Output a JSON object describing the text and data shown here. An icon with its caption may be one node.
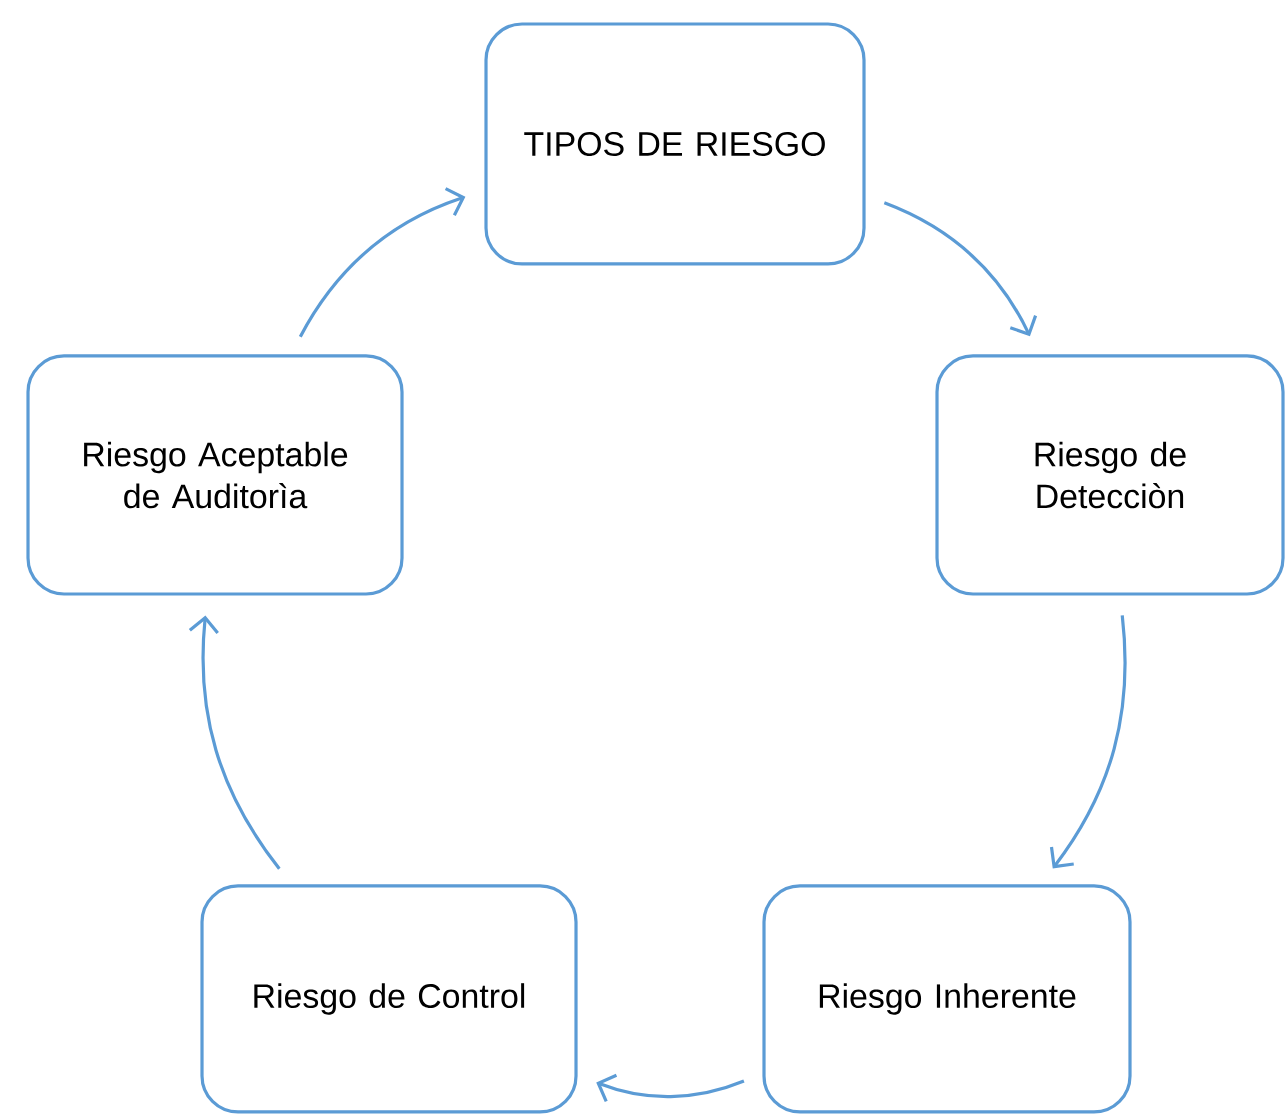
{
  "diagram": {
    "nodes": [
      {
        "text": [
          "TIPOS DE RIESGO"
        ]
      },
      {
        "text": [
          "Riesgo de Detecciòn"
        ]
      },
      {
        "text": [
          "Riesgo Inherente"
        ]
      },
      {
        "text": [
          "Riesgo de Control"
        ]
      },
      {
        "text": [
          "Riesgo Aceptable de Auditorìa"
        ]
      }
    ],
    "edges": [
      {
        "from": 0,
        "to": 1,
        "arrow": "to"
      },
      {
        "from": 1,
        "to": 2,
        "arrow": "to"
      },
      {
        "from": 2,
        "to": 3,
        "arrow": "to"
      },
      {
        "from": 3,
        "to": 4,
        "arrow": "to"
      },
      {
        "from": 4,
        "to": 0,
        "arrow": "to"
      }
    ]
  }
}
